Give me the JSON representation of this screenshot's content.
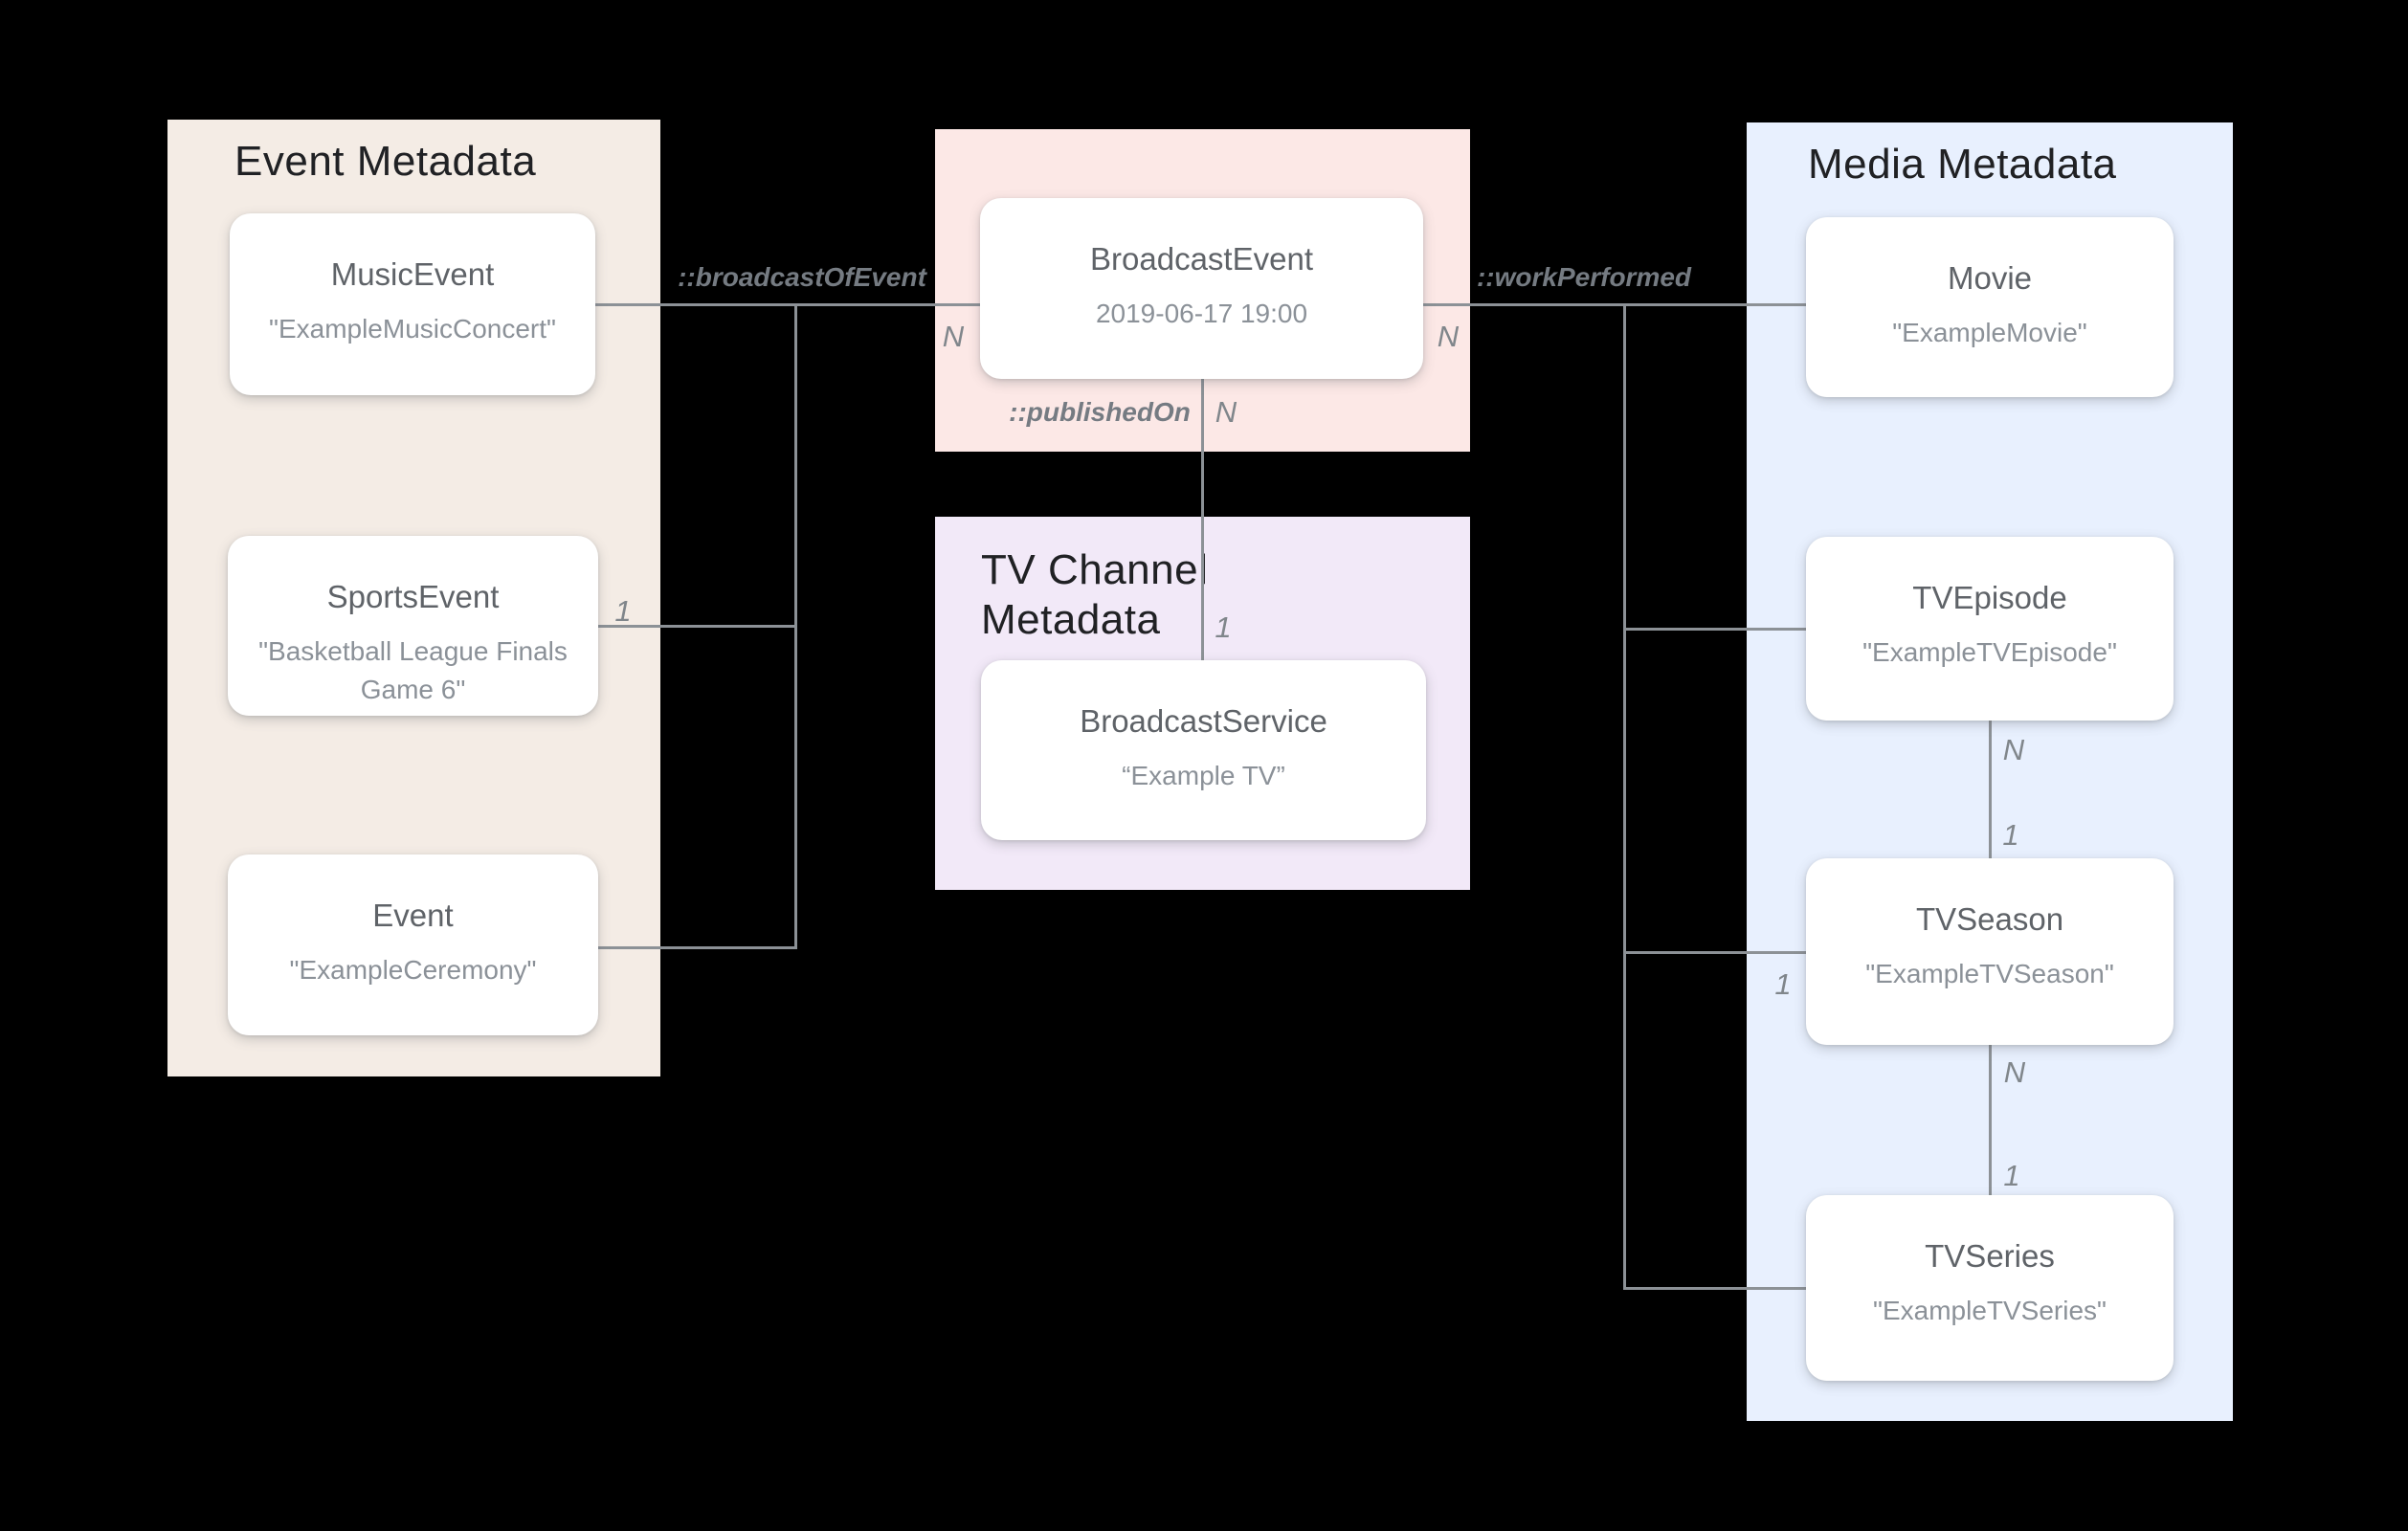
{
  "diagram_title": "Broadcast schema relationships diagram",
  "colors": {
    "background": "#000000",
    "panel_event": "#f4ece5",
    "panel_broadcast": "#fce8e6",
    "panel_tv_channel": "#f2e9f8",
    "panel_media": "#e8f0fe",
    "card_bg": "#ffffff",
    "line": "#8c9196",
    "panel_title": "#202124",
    "card_title": "#5f6368",
    "card_value": "#8b9198",
    "edge_label": "#757b82",
    "cardinality": "#80868b"
  },
  "groups": {
    "event_metadata": {
      "title": "Event Metadata"
    },
    "tv_channel_metadata": {
      "title": "TV Channel Metadata"
    },
    "media_metadata": {
      "title": "Media Metadata"
    }
  },
  "cards": {
    "music_event": {
      "title": "MusicEvent",
      "value": "\"ExampleMusicConcert\""
    },
    "sports_event": {
      "title": "SportsEvent",
      "value": "\"Basketball League Finals Game 6\""
    },
    "event": {
      "title": "Event",
      "value": "\"ExampleCeremony\""
    },
    "broadcast_event": {
      "title": "BroadcastEvent",
      "value": "2019-06-17 19:00"
    },
    "broadcast_service": {
      "title": "BroadcastService",
      "value": "“Example TV”"
    },
    "movie": {
      "title": "Movie",
      "value": "\"ExampleMovie\""
    },
    "tv_episode": {
      "title": "TVEpisode",
      "value": "\"ExampleTVEpisode\""
    },
    "tv_season": {
      "title": "TVSeason",
      "value": "\"ExampleTVSeason\""
    },
    "tv_series": {
      "title": "TVSeries",
      "value": "\"ExampleTVSeries\""
    }
  },
  "edges": {
    "broadcast_of_event": {
      "label": "::broadcastOfEvent"
    },
    "work_performed": {
      "label": "::workPerformed"
    },
    "published_on": {
      "label": "::publishedOn"
    }
  },
  "cardinality": {
    "broadcast_of_event_n": "N",
    "work_performed_n": "N",
    "published_on_n": "N",
    "published_on_1": "1",
    "sports_event_1": "1",
    "episode_season_n": "N",
    "episode_season_1": "1",
    "season_branch_1": "1",
    "season_series_n": "N",
    "season_series_1": "1"
  }
}
